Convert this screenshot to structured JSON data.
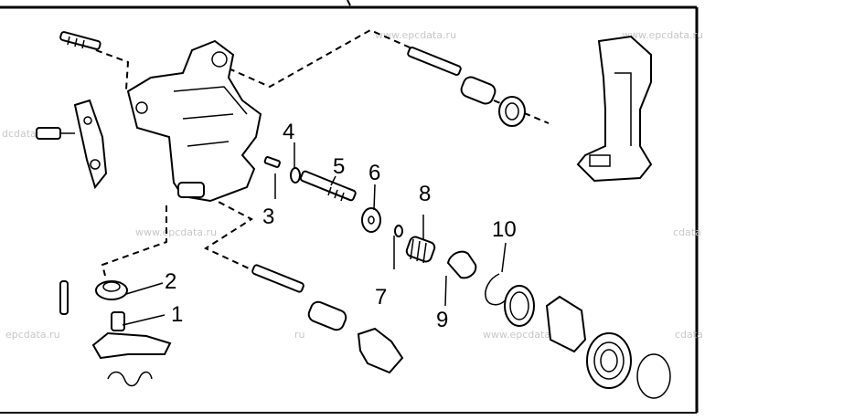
{
  "callouts": [
    {
      "number": "1"
    },
    {
      "number": "2"
    },
    {
      "number": "3"
    },
    {
      "number": "4"
    },
    {
      "number": "5"
    },
    {
      "number": "6"
    },
    {
      "number": "7"
    },
    {
      "number": "8"
    },
    {
      "number": "9"
    },
    {
      "number": "10"
    }
  ],
  "watermarks": [
    "www.epcdata.ru",
    "www.epcdata.ru",
    "dcdata.ru",
    "www.epcdata.ru",
    "cdata",
    "epcdata.ru",
    "ru",
    "www.epcdata",
    "cdata"
  ],
  "colors": {
    "line": "#000000",
    "background": "#ffffff",
    "watermark": "#c7c7c7"
  }
}
